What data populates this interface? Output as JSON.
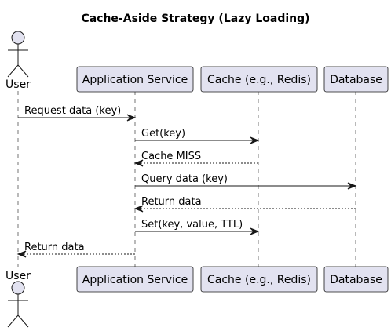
{
  "title": "Cache-Aside Strategy (Lazy Loading)",
  "colors": {
    "participant_fill": "#E2E2F0",
    "stroke": "#181818",
    "background": "#FFFFFF"
  },
  "participants": [
    {
      "id": "user",
      "label": "User",
      "kind": "actor"
    },
    {
      "id": "app",
      "label": "Application Service",
      "kind": "participant"
    },
    {
      "id": "cache",
      "label": "Cache (e.g., Redis)",
      "kind": "participant"
    },
    {
      "id": "db",
      "label": "Database",
      "kind": "participant"
    }
  ],
  "messages": [
    {
      "from": "user",
      "to": "app",
      "label": "Request data (key)",
      "style": "solid"
    },
    {
      "from": "app",
      "to": "cache",
      "label": "Get(key)",
      "style": "solid"
    },
    {
      "from": "cache",
      "to": "app",
      "label": "Cache MISS",
      "style": "dashed"
    },
    {
      "from": "app",
      "to": "db",
      "label": "Query data (key)",
      "style": "solid"
    },
    {
      "from": "db",
      "to": "app",
      "label": "Return data",
      "style": "dashed"
    },
    {
      "from": "app",
      "to": "cache",
      "label": "Set(key, value, TTL)",
      "style": "solid"
    },
    {
      "from": "app",
      "to": "user",
      "label": "Return data",
      "style": "dashed"
    }
  ]
}
